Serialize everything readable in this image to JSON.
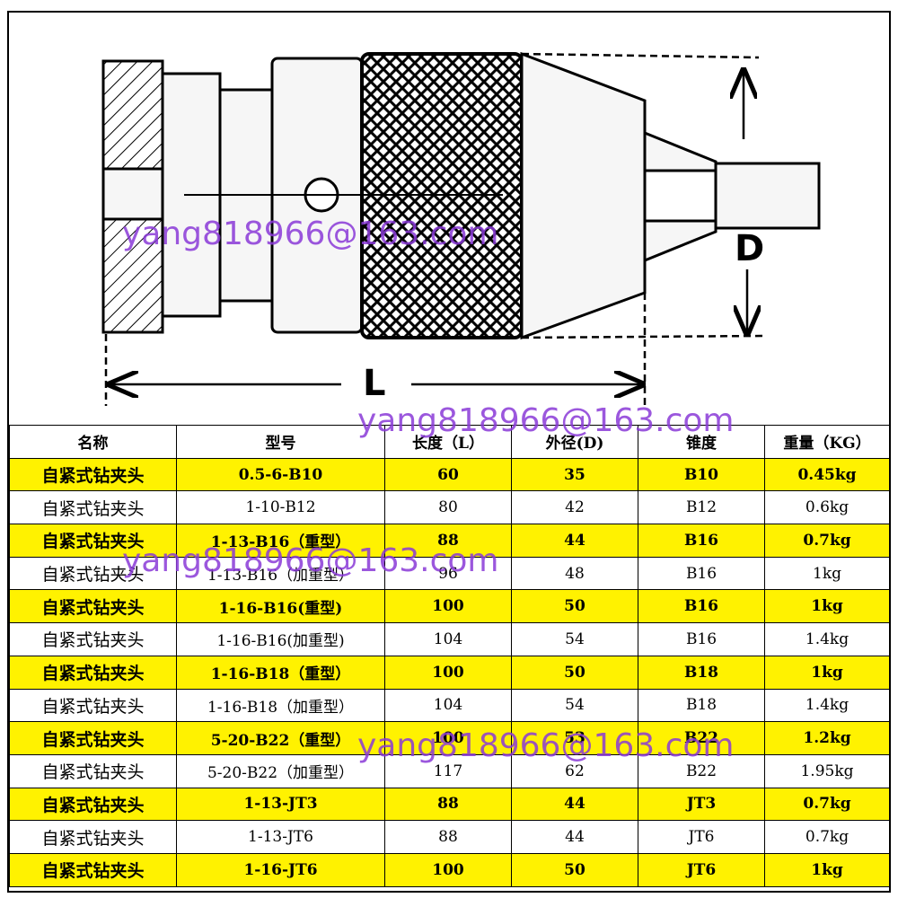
{
  "diagram": {
    "length_label": "L",
    "diameter_label": "D"
  },
  "watermark": "yang818966@163.com",
  "table": {
    "headers": [
      "名称",
      "型号",
      "长度（L）",
      "外径(D)",
      "锥度",
      "重量（KG）"
    ],
    "rows": [
      {
        "name": "自紧式钻夹头",
        "model": "0.5-6-B10",
        "length": "60",
        "diameter": "35",
        "taper": "B10",
        "weight": "0.45kg",
        "highlight": true
      },
      {
        "name": "自紧式钻夹头",
        "model": "1-10-B12",
        "length": "80",
        "diameter": "42",
        "taper": "B12",
        "weight": "0.6kg",
        "highlight": false
      },
      {
        "name": "自紧式钻夹头",
        "model": "1-13-B16（重型）",
        "length": "88",
        "diameter": "44",
        "taper": "B16",
        "weight": "0.7kg",
        "highlight": true
      },
      {
        "name": "自紧式钻夹头",
        "model": "1-13-B16（加重型）",
        "length": "96",
        "diameter": "48",
        "taper": "B16",
        "weight": "1kg",
        "highlight": false
      },
      {
        "name": "自紧式钻夹头",
        "model": "1-16-B16(重型)",
        "length": "100",
        "diameter": "50",
        "taper": "B16",
        "weight": "1kg",
        "highlight": true
      },
      {
        "name": "自紧式钻夹头",
        "model": "1-16-B16(加重型)",
        "length": "104",
        "diameter": "54",
        "taper": "B16",
        "weight": "1.4kg",
        "highlight": false
      },
      {
        "name": "自紧式钻夹头",
        "model": "1-16-B18（重型）",
        "length": "100",
        "diameter": "50",
        "taper": "B18",
        "weight": "1kg",
        "highlight": true
      },
      {
        "name": "自紧式钻夹头",
        "model": "1-16-B18（加重型）",
        "length": "104",
        "diameter": "54",
        "taper": "B18",
        "weight": "1.4kg",
        "highlight": false
      },
      {
        "name": "自紧式钻夹头",
        "model": "5-20-B22（重型）",
        "length": "100",
        "diameter": "53",
        "taper": "B22",
        "weight": "1.2kg",
        "highlight": true
      },
      {
        "name": "自紧式钻夹头",
        "model": "5-20-B22（加重型）",
        "length": "117",
        "diameter": "62",
        "taper": "B22",
        "weight": "1.95kg",
        "highlight": false
      },
      {
        "name": "自紧式钻夹头",
        "model": "1-13-JT3",
        "length": "88",
        "diameter": "44",
        "taper": "JT3",
        "weight": "0.7kg",
        "highlight": true
      },
      {
        "name": "自紧式钻夹头",
        "model": "1-13-JT6",
        "length": "88",
        "diameter": "44",
        "taper": "JT6",
        "weight": "0.7kg",
        "highlight": false
      },
      {
        "name": "自紧式钻夹头",
        "model": "1-16-JT6",
        "length": "100",
        "diameter": "50",
        "taper": "JT6",
        "weight": "1kg",
        "highlight": true
      }
    ]
  },
  "colors": {
    "highlight": "#fff200",
    "watermark": "#8a3ad8"
  }
}
